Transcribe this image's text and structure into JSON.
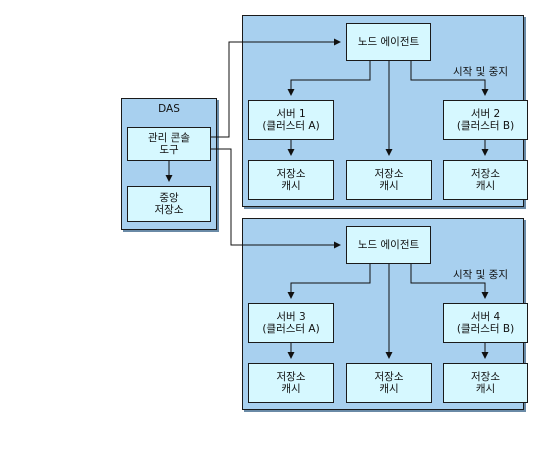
{
  "das": {
    "title": "DAS",
    "admin_console": [
      "관리 콘솔",
      "도구"
    ],
    "central_repository": [
      "중앙",
      "저장소"
    ]
  },
  "node_agent_label": "노드 에이전트",
  "start_stop_label": "시작 및 중지",
  "repository_cache": [
    "저장소",
    "캐시"
  ],
  "nodes": [
    {
      "servers": [
        [
          "서버 1",
          "(클러스터 A)"
        ],
        [
          "서버 2",
          "(클러스터 B)"
        ]
      ]
    },
    {
      "servers": [
        [
          "서버 3",
          "(클러스터 A)"
        ],
        [
          "서버 4",
          "(클러스터 B)"
        ]
      ]
    }
  ],
  "colors": {
    "panel": "#a8d0ef",
    "box": "#d6f8ff",
    "line": "#111111"
  }
}
